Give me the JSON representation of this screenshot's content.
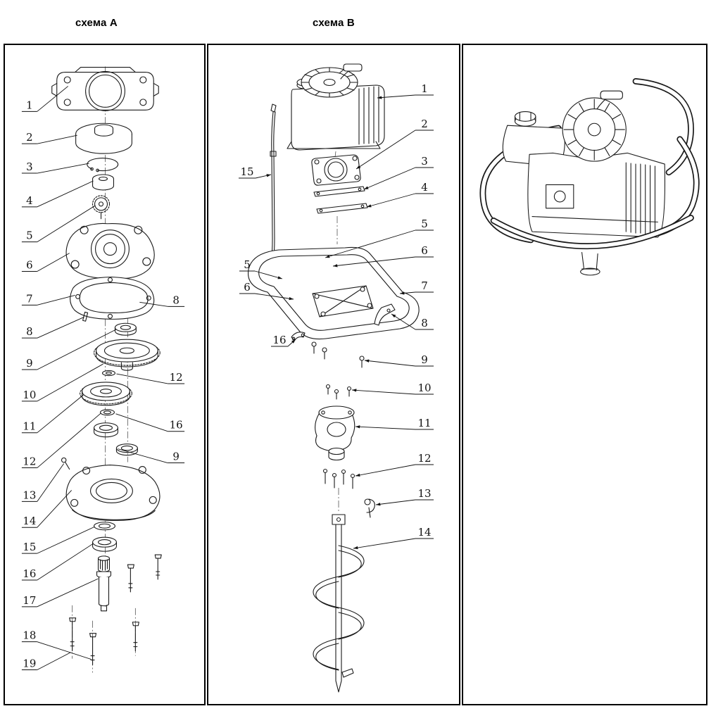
{
  "page": {
    "background": "#ffffff",
    "ink": "#1a1a1a"
  },
  "schemes": {
    "a": {
      "title": "схема А",
      "left_callouts": [
        "1",
        "2",
        "3",
        "4",
        "5",
        "6",
        "7",
        "8",
        "9",
        "10",
        "11",
        "12",
        "13",
        "14",
        "15",
        "16",
        "17",
        "18",
        "19"
      ],
      "right_callouts": [
        "8",
        "12",
        "16",
        "9"
      ]
    },
    "b": {
      "title": "схема В",
      "right_callouts": [
        "1",
        "2",
        "3",
        "4",
        "5",
        "6",
        "7",
        "8",
        "9",
        "10",
        "11",
        "12",
        "13",
        "14"
      ],
      "left_callouts": [
        "15",
        "5",
        "6",
        "16"
      ]
    }
  }
}
